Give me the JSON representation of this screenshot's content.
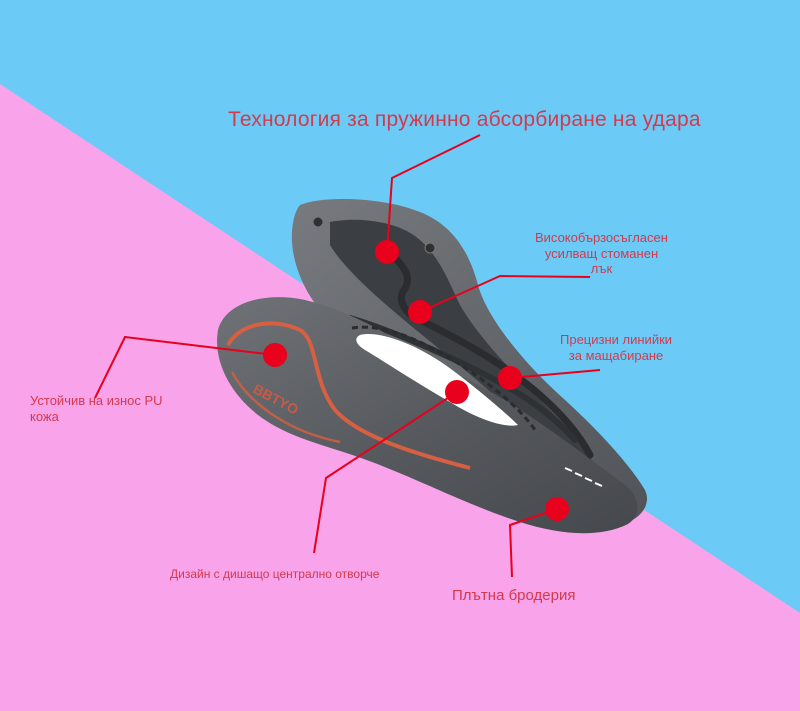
{
  "colors": {
    "background_blue": "#6ccbf6",
    "background_pink": "#f8a3ea",
    "label_red": "#d23a4e",
    "dot_red": "#e8001c",
    "saddle_gray": "#5c5f63",
    "stripe_orange": "#d75f42"
  },
  "subject": "bicycle-saddle",
  "brand_text": "BBTYO",
  "callouts": {
    "spring": {
      "text": "Технология за пружинно абсорбиране на удара"
    },
    "steel_arc": {
      "line1": "Високобързосъгласен",
      "line2": "усилващ стоманен",
      "line3": "лък"
    },
    "scale": {
      "line1": "Прецизни линийки",
      "line2": "за мащабиране"
    },
    "leather": {
      "line1": "Устойчив на износ PU",
      "line2": "кожа"
    },
    "center_hole": {
      "text": "Дизайн с дишащо централно отворче"
    },
    "embroidery": {
      "text": "Плътна бродерия"
    }
  }
}
